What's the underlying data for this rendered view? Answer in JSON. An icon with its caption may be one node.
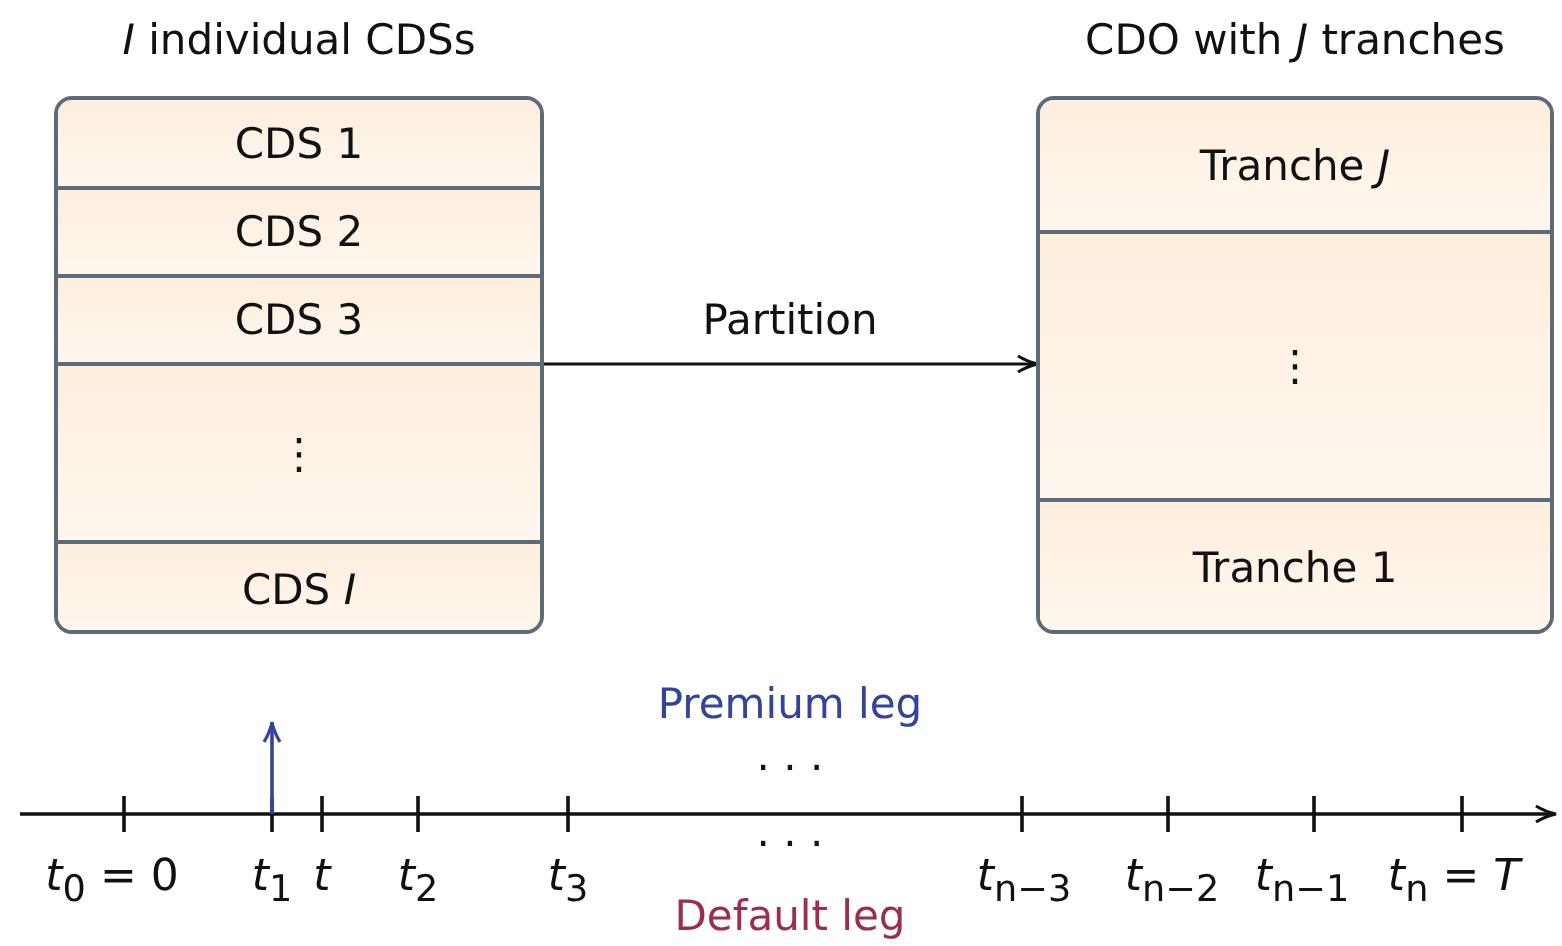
{
  "diagram": {
    "nodes": [
      {
        "text": [
          "*I* individual CDSs"
        ]
      },
      {
        "text": [
          "CDS 1"
        ],
        "in": 0
      },
      {
        "text": [
          "CDS 2"
        ],
        "in": 0
      },
      {
        "text": [
          "CDS 3"
        ],
        "in": 0
      },
      {
        "text": [
          "⋮"
        ],
        "in": 0
      },
      {
        "text": [
          "CDS *I*"
        ],
        "in": 0
      },
      {
        "text": [
          "CDO with *J* tranches"
        ]
      },
      {
        "text": [
          "Tranche *J*"
        ],
        "in": 6
      },
      {
        "text": [
          "⋮"
        ],
        "in": 6
      },
      {
        "text": [
          "Tranche 1"
        ],
        "in": 6
      }
    ],
    "edges": [
      {
        "from": 0,
        "to": 6,
        "arrow": "to",
        "label": "Partition"
      }
    ],
    "labels": [
      "Premium leg",
      "· · ·",
      "· · ·",
      "*t*$_{0}$ = 0",
      "*t*$_{1}$",
      "*t*",
      "*t*$_{2}$",
      "*t*$_{3}$",
      "*t*$_{n−3}$",
      "*t*$_{n−2}$",
      "*t*$_{n−1}$",
      "*t*$_{n}$ = *T*",
      "Default leg"
    ]
  }
}
